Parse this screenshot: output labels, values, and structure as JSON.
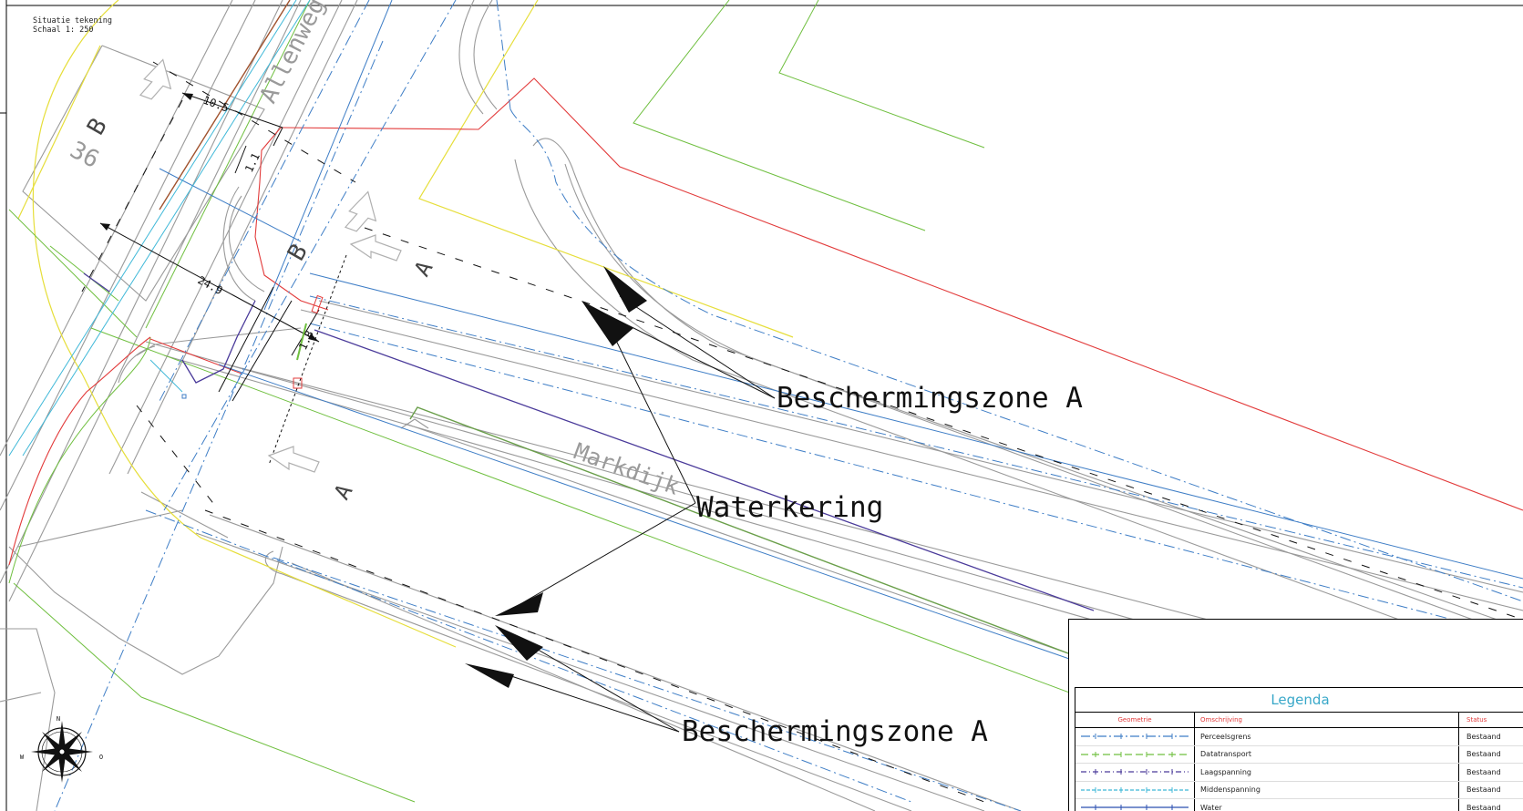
{
  "title_block": {
    "line1": "Situatie tekening",
    "line2": "Schaal 1: 250"
  },
  "streets": {
    "allenweg": "Allenweg",
    "markdijk": "Markdijk",
    "house_number": "36"
  },
  "sections": {
    "b_upper": "B",
    "b_lower": "B",
    "a_upper": "A",
    "a_lower": "A"
  },
  "dimensions": {
    "d1": "10.5",
    "d2": "1.1",
    "d3": "24.9",
    "d4": "1.8"
  },
  "callouts": {
    "bzone_upper": "Beschermingszone A",
    "waterkering": "Waterkering",
    "bzone_lower": "Beschermingszone A"
  },
  "compass": {
    "north": "N",
    "west": "W",
    "east": "O"
  },
  "legend": {
    "title": "Legenda",
    "headers": {
      "geometry": "Geometrie",
      "description": "Omschrijving",
      "status": "Status"
    },
    "rows": [
      {
        "description": "Perceelsgrens",
        "status": "Bestaand",
        "color": "#3f7ec6"
      },
      {
        "description": "Datatransport",
        "status": "Bestaand",
        "color": "#6fbf3f"
      },
      {
        "description": "Laagspanning",
        "status": "Bestaand",
        "color": "#4a3a9a"
      },
      {
        "description": "Middenspanning",
        "status": "Bestaand",
        "color": "#3fb8d8"
      },
      {
        "description": "Water",
        "status": "Bestaand",
        "color": "#2a4fb0"
      }
    ]
  },
  "colors": {
    "outline": "#9a9a9a",
    "boundary_red": "#e23b3b",
    "yellow": "#e6de3a",
    "green": "#6fbf3f",
    "blue": "#3f7ec6",
    "purple": "#4a3a9a",
    "cyan": "#3fb8d8",
    "brown": "#a0522d"
  }
}
